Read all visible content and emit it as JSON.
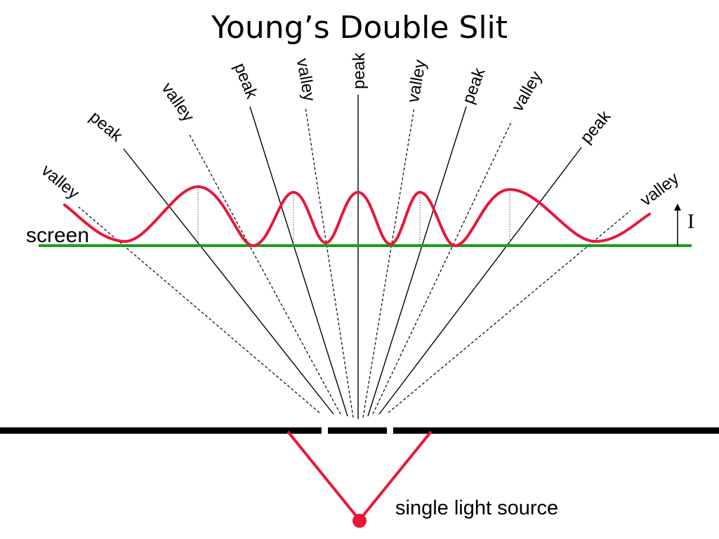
{
  "title": "Young’s Double Slit",
  "labels": {
    "screen": "screen",
    "source": "single light source",
    "intensity_axis": "I"
  },
  "rays": [
    {
      "label": "valley",
      "kind": "dashed"
    },
    {
      "label": "peak",
      "kind": "solid"
    },
    {
      "label": "valley",
      "kind": "dashed"
    },
    {
      "label": "peak",
      "kind": "solid"
    },
    {
      "label": "valley",
      "kind": "dashed"
    },
    {
      "label": "peak",
      "kind": "solid"
    },
    {
      "label": "valley",
      "kind": "dashed"
    },
    {
      "label": "peak",
      "kind": "solid"
    },
    {
      "label": "valley",
      "kind": "dashed"
    },
    {
      "label": "peak",
      "kind": "solid"
    },
    {
      "label": "valley",
      "kind": "dashed"
    }
  ],
  "colors": {
    "intensity_curve": "#e8173a",
    "screen_line": "#1a9e1a",
    "barrier": "#000000",
    "light_path": "#e8173a",
    "source_dot": "#e8173a"
  }
}
